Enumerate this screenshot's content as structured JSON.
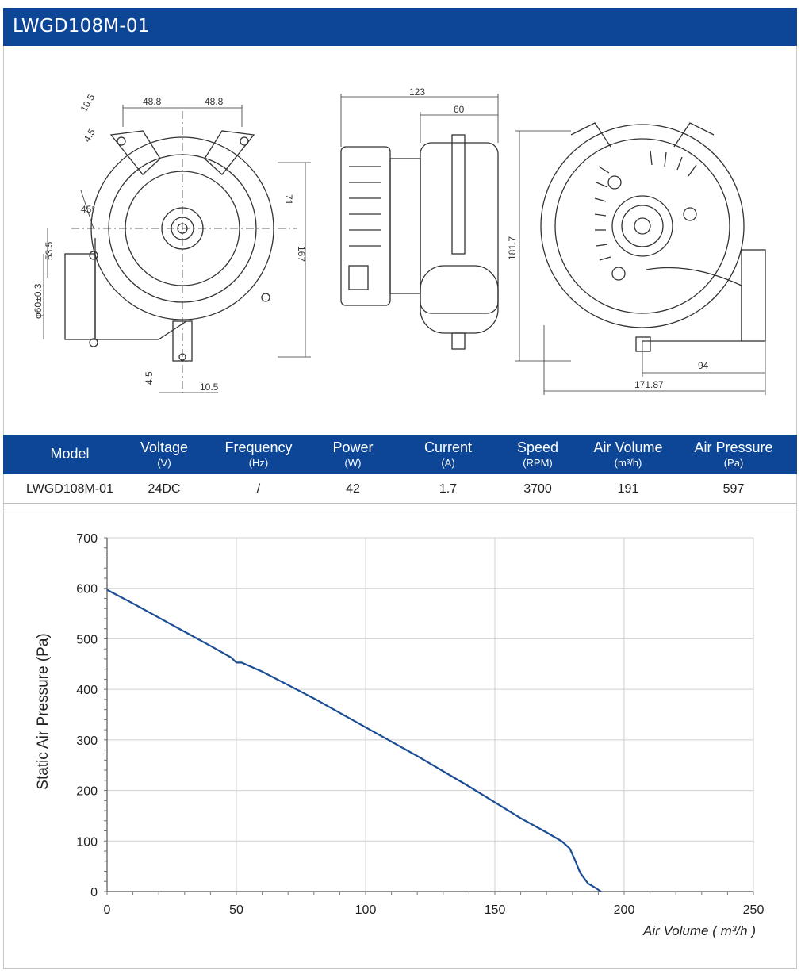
{
  "header": {
    "title": "LWGD108M-01"
  },
  "colors": {
    "brand": "#0d4597",
    "curve": "#1a4d94",
    "grid": "#d0d0d0"
  },
  "drawing": {
    "front": {
      "d1": "48.8",
      "d2": "48.8",
      "d3": "10.5",
      "d4": "4.5",
      "d5": "45°",
      "d6": "71",
      "d7": "167",
      "d8": "53.5",
      "d9": "φ60±0.3",
      "d10": "4.5",
      "d11": "10.5"
    },
    "side": {
      "d1": "123",
      "d2": "60"
    },
    "rear": {
      "d1": "181.7",
      "d2": "94",
      "d3": "171.87"
    }
  },
  "specs": {
    "columns": [
      {
        "label": "Model",
        "unit": ""
      },
      {
        "label": "Voltage",
        "unit": "(V)"
      },
      {
        "label": "Frequency",
        "unit": "(Hz)"
      },
      {
        "label": "Power",
        "unit": "(W)"
      },
      {
        "label": "Current",
        "unit": "(A)"
      },
      {
        "label": "Speed",
        "unit": "(RPM)"
      },
      {
        "label": "Air Volume",
        "unit": "(m³/h)"
      },
      {
        "label": "Air Pressure",
        "unit": "(Pa)"
      }
    ],
    "values": [
      "LWGD108M-01",
      "24DC",
      "/",
      "42",
      "1.7",
      "3700",
      "191",
      "597"
    ]
  },
  "chart_data": {
    "type": "line",
    "title": "",
    "xlabel": "Air Volume ( m³/h )",
    "ylabel": "Static Air Pressure  (Pa)",
    "xlim": [
      0,
      250
    ],
    "ylim": [
      0,
      700
    ],
    "xticks": [
      "0",
      "50",
      "100",
      "150",
      "200",
      "250"
    ],
    "yticks": [
      "0",
      "100",
      "200",
      "300",
      "400",
      "500",
      "600",
      "700"
    ],
    "grid": true,
    "series": [
      {
        "x": [
          0,
          10,
          20,
          30,
          40,
          48,
          50,
          52,
          60,
          80,
          100,
          120,
          140,
          160,
          170,
          176,
          179,
          181,
          183,
          186,
          189,
          191
        ],
        "y": [
          597,
          570,
          542,
          514,
          486,
          463,
          453,
          453,
          435,
          382,
          325,
          268,
          208,
          145,
          117,
          99,
          85,
          62,
          37,
          16,
          7,
          0
        ]
      }
    ]
  }
}
